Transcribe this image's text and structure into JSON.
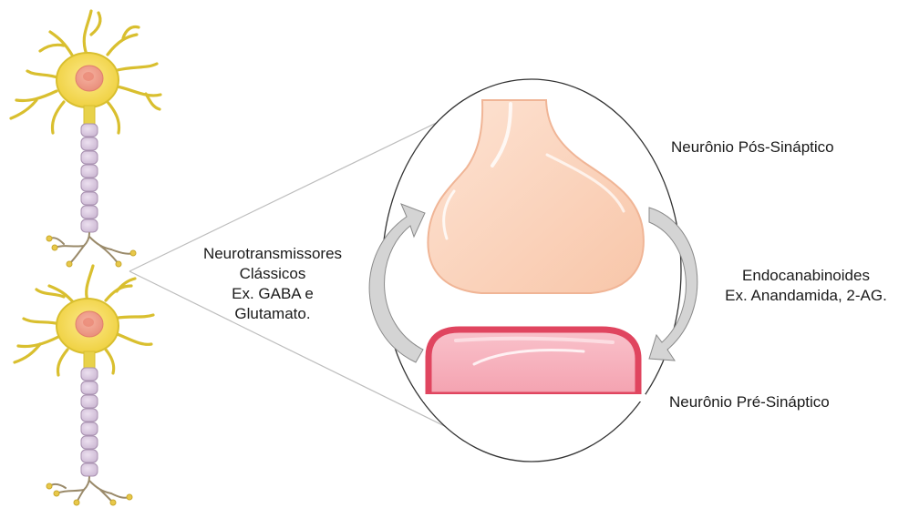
{
  "labels": {
    "post_synaptic": "Neurônio Pós-Sináptico",
    "pre_synaptic": "Neurônio Pré-Sináptico",
    "classic_nt": [
      "Neurotransmissores",
      "Clássicos",
      "Ex. GABA e",
      "Glutamato."
    ],
    "endocannabinoids": [
      "Endocanabinoides",
      "Ex. Anandamida, 2-AG."
    ]
  },
  "colors": {
    "dendrite": "#e8d24a",
    "soma": "#f1d84c",
    "nucleus": "#ef9f8a",
    "axon_segment": "#d8c6de",
    "post_terminal": "#fbd3bc",
    "pre_terminal": "#f6aab5",
    "membrane_red": "#e0455f",
    "arrow_gray": "#cfcfcf"
  }
}
